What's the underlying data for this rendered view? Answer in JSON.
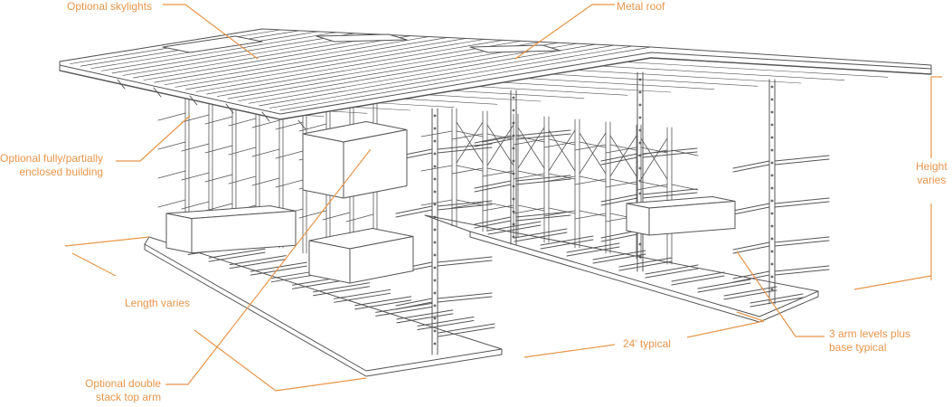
{
  "accent_color": "#e8954a",
  "line_color": "#555555",
  "labels": {
    "skylights": "Optional skylights",
    "roof": "Metal roof",
    "enclosed_line1": "Optional fully/partially",
    "enclosed_line2": "enclosed building",
    "height_line1": "Height",
    "height_line2": "varies",
    "length": "Length varies",
    "double_line1": "Optional double",
    "double_line2": "stack top arm",
    "typical": "24’ typical",
    "arms_line1": "3 arm levels plus",
    "arms_line2": "base typical"
  }
}
